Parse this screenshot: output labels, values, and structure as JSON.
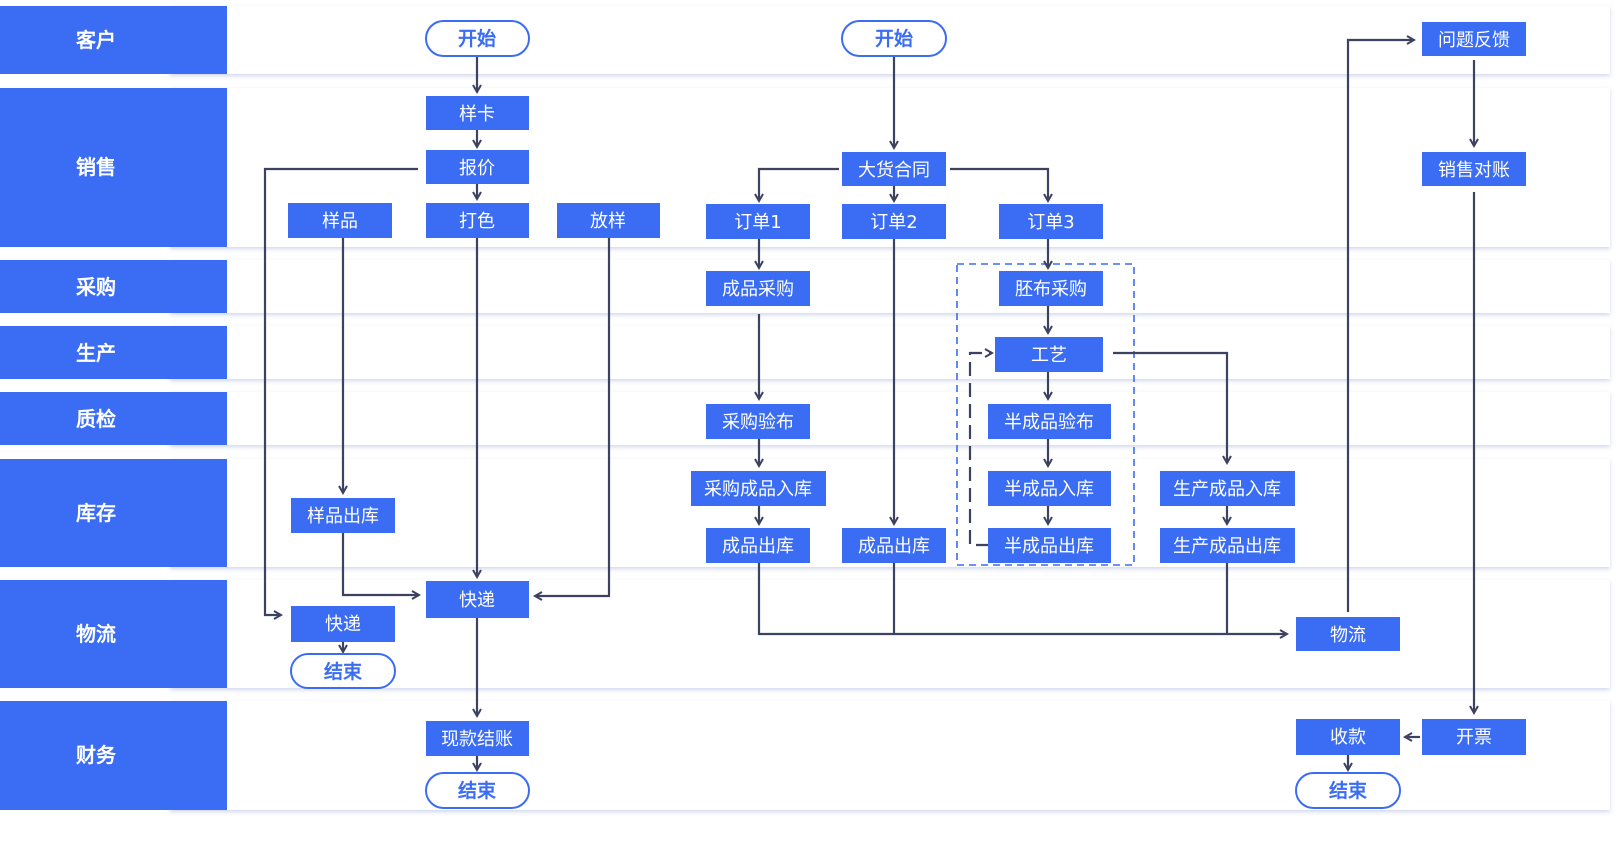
{
  "lanes": [
    {
      "id": "kehu",
      "label": "客户"
    },
    {
      "id": "xiaoshou",
      "label": "销售"
    },
    {
      "id": "caigou",
      "label": "采购"
    },
    {
      "id": "shengchan",
      "label": "生产"
    },
    {
      "id": "zhijian",
      "label": "质检"
    },
    {
      "id": "kucun",
      "label": "库存"
    },
    {
      "id": "wuliu",
      "label": "物流"
    },
    {
      "id": "caiwu",
      "label": "财务"
    }
  ],
  "nodes": {
    "start1": "开始",
    "start2": "开始",
    "feedback": "问题反馈",
    "yangka": "样卡",
    "baojia": "报价",
    "yangpin": "样品",
    "dase": "打色",
    "fangyang": "放样",
    "dahuo": "大货合同",
    "order1": "订单1",
    "order2": "订单2",
    "order3": "订单3",
    "sales_recon": "销售对账",
    "cp_caigou": "成品采购",
    "pb_caigou": "胚布采购",
    "gongyi": "工艺",
    "cg_yanbu": "采购验布",
    "bcp_yanbu": "半成品验布",
    "yp_chuku": "样品出库",
    "cgcp_ruku": "采购成品入库",
    "bcp_ruku": "半成品入库",
    "sccp_ruku": "生产成品入库",
    "cp_chuku1": "成品出库",
    "cp_chuku2": "成品出库",
    "bcp_chuku": "半成品出库",
    "sccp_chuku": "生产成品出库",
    "kuaidi_big": "快递",
    "kuaidi_small": "快递",
    "end_small": "结束",
    "wuliu_node": "物流",
    "xiankuan": "现款结账",
    "shoukuan": "收款",
    "kaipiao": "开票",
    "end_fin1": "结束",
    "end_fin2": "结束"
  },
  "colors": {
    "lane_fill": "#3a6cf4",
    "node_fill": "#3a6cf4",
    "terminal_stroke": "#3a6cf4",
    "arrow": "#3c4260",
    "dashed_group": "#3a6cf4",
    "band_fill": "#ffffff"
  }
}
